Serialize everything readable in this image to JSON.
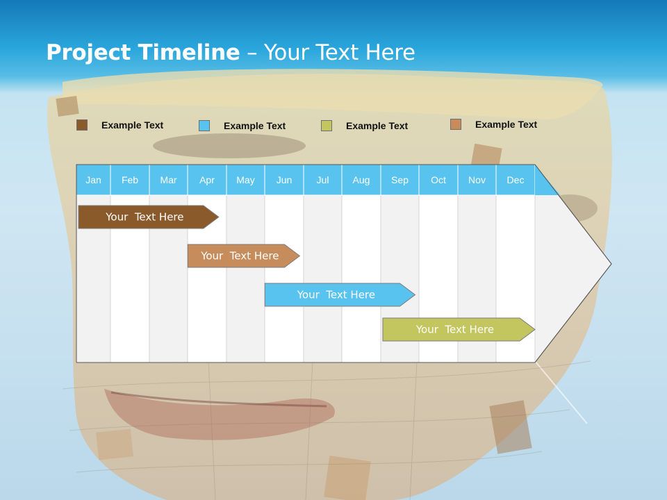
{
  "slide": {
    "title_bold": "Project Timeline",
    "title_rest": " – Your Text Here"
  },
  "legend": [
    {
      "label": "Example Text",
      "color": "#8b5a2b"
    },
    {
      "label": "Example Text",
      "color": "#58c3ee"
    },
    {
      "label": "Example Text",
      "color": "#c3c55e"
    },
    {
      "label": "Example Text",
      "color": "#c68c5c"
    }
  ],
  "months": [
    "Jan",
    "Feb",
    "Mar",
    "Apr",
    "May",
    "Jun",
    "Jul",
    "Aug",
    "Sep",
    "Oct",
    "Nov",
    "Dec"
  ],
  "tasks": [
    {
      "label": "Your  Text Here",
      "start_month": 0.0,
      "end_month": 3.8,
      "color": "#8b5a2b",
      "text_color": "#ffffff"
    },
    {
      "label": "Your  Text Here",
      "start_month": 2.95,
      "end_month": 5.9,
      "color": "#c68c5c",
      "text_color": "#ffffff"
    },
    {
      "label": "Your  Text Here",
      "start_month": 4.95,
      "end_month": 8.9,
      "color": "#58c3ee",
      "text_color": "#ffffff"
    },
    {
      "label": "Your  Text Here",
      "start_month": 8.0,
      "end_month": 12.0,
      "color": "#c3c55e",
      "text_color": "#1a1a1a"
    }
  ],
  "colors": {
    "header": "#58c3ee",
    "column_light": "#f2f2f2",
    "column_white": "#ffffff"
  }
}
